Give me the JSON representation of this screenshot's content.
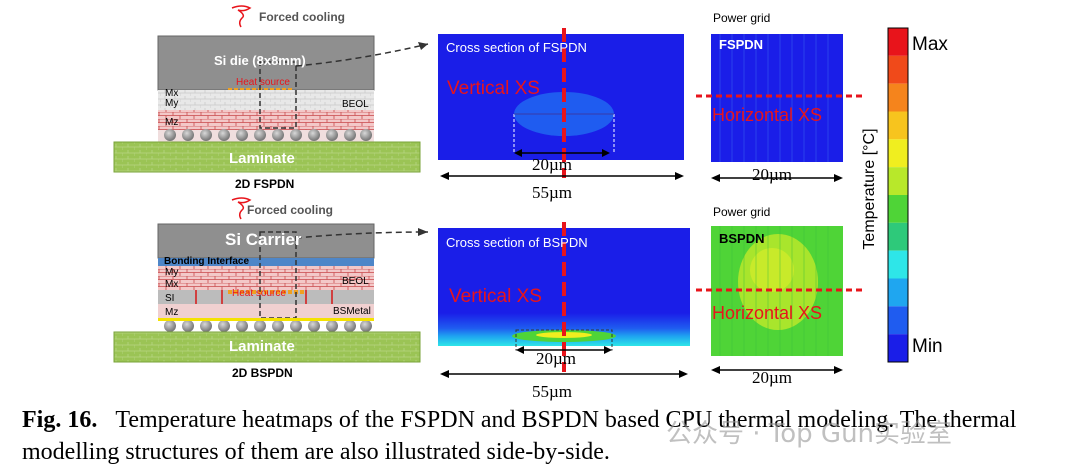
{
  "fspdn": {
    "cooling": "Forced cooling",
    "si_die": "Si die (8x8mm)",
    "heat_source": "Heat source",
    "layers": {
      "mx": "Mx",
      "my": "My",
      "mz": "Mz"
    },
    "beol": "BEOL",
    "laminate": "Laminate",
    "title": "2D FSPDN",
    "xs_title": "Cross section of FSPDN",
    "vertical_xs": "Vertical XS",
    "dim_small": "20µm",
    "dim_large": "55µm",
    "power_grid": "Power grid",
    "grid_label": "FSPDN",
    "horizontal_xs": "Horizontal XS",
    "grid_dim": "20µm"
  },
  "bspdn": {
    "cooling": "Forced cooling",
    "si_carrier": "Si Carrier",
    "bonding": "Bonding Interface",
    "heat_source": "Heat source",
    "layers": {
      "my": "My",
      "mx": "Mx",
      "si": "SI",
      "mz": "Mz"
    },
    "beol": "BEOL",
    "bsmetal": "BSMetal",
    "laminate": "Laminate",
    "title": "2D BSPDN",
    "xs_title": "Cross section of BSPDN",
    "vertical_xs": "Vertical XS",
    "dim_small": "20µm",
    "dim_large": "55µm",
    "power_grid": "Power grid",
    "grid_label": "BSPDN",
    "horizontal_xs": "Horizontal XS",
    "grid_dim": "20µm"
  },
  "colorbar": {
    "max": "Max",
    "min": "Min",
    "label": "Temperature [°C]",
    "colors": [
      "#e8141b",
      "#f04a1a",
      "#f5841c",
      "#f7c41e",
      "#f0ee1f",
      "#b8e82a",
      "#4fd437",
      "#2ec97a",
      "#2ee6e8",
      "#1fa6f0",
      "#1f5cf0",
      "#1a1ee8"
    ]
  },
  "caption": {
    "label": "Fig. 16.",
    "text": "Temperature heatmaps of the FSPDN and BSPDN based CPU thermal modeling. The thermal modelling structures of them are also illustrated side-by-side."
  },
  "watermark": "公众号 · Top Gun实验室"
}
